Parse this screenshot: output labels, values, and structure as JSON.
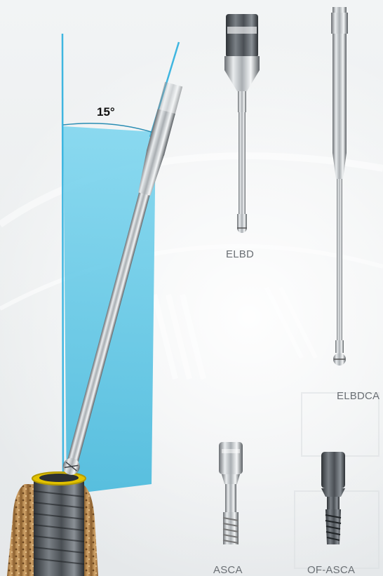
{
  "angle_label": "15°",
  "products": [
    {
      "code": "ELBD"
    },
    {
      "code": "ELBDCA"
    },
    {
      "code": "ASCA"
    },
    {
      "code": "OF-ASCA"
    }
  ],
  "colors": {
    "angle_wedge": "#5cc8e6",
    "implant_collar": "#e2c200",
    "implant_body": "#3a3f44",
    "bone": "#b8874a"
  }
}
